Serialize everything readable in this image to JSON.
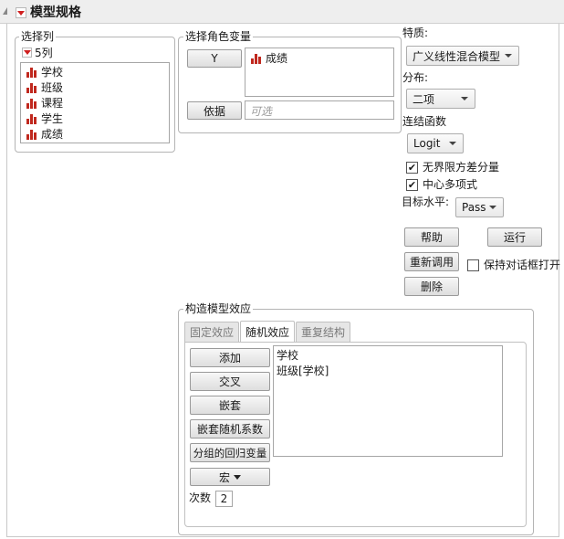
{
  "window": {
    "title": "模型规格"
  },
  "select_columns": {
    "label": "选择列",
    "count_label": "5列",
    "columns": [
      "学校",
      "班级",
      "课程",
      "学生",
      "成绩"
    ]
  },
  "roles": {
    "label": "选择角色变量",
    "y_button": "Y",
    "y_value": "成绩",
    "by_button": "依据",
    "by_placeholder": "可选"
  },
  "personality": {
    "label": "特质:",
    "value": "广义线性混合模型"
  },
  "distribution": {
    "label": "分布:",
    "value": "二项"
  },
  "link": {
    "label": "连结函数",
    "value": "Logit"
  },
  "options": {
    "unbounded_variance": "无界限方差分量",
    "center_poly": "中心多项式",
    "target_level_label": "目标水平:",
    "target_level_value": "Pass"
  },
  "actions": {
    "help": "帮助",
    "run": "运行",
    "recall": "重新调用",
    "keep_open": "保持对话框打开",
    "remove": "删除"
  },
  "construct": {
    "label": "构造模型效应",
    "tabs": [
      "固定效应",
      "随机效应",
      "重复结构"
    ],
    "active_tab": "随机效应",
    "buttons": {
      "add": "添加",
      "cross": "交叉",
      "nest": "嵌套",
      "nest_random": "嵌套随机系数",
      "grouped_reg": "分组的回归变量",
      "macros": "宏"
    },
    "degree_label": "次数",
    "degree_value": "2",
    "effects": [
      "学校",
      "班级[学校]"
    ]
  },
  "colors": {
    "accent_red": "#d02020",
    "bar_red": "#c0281e"
  }
}
